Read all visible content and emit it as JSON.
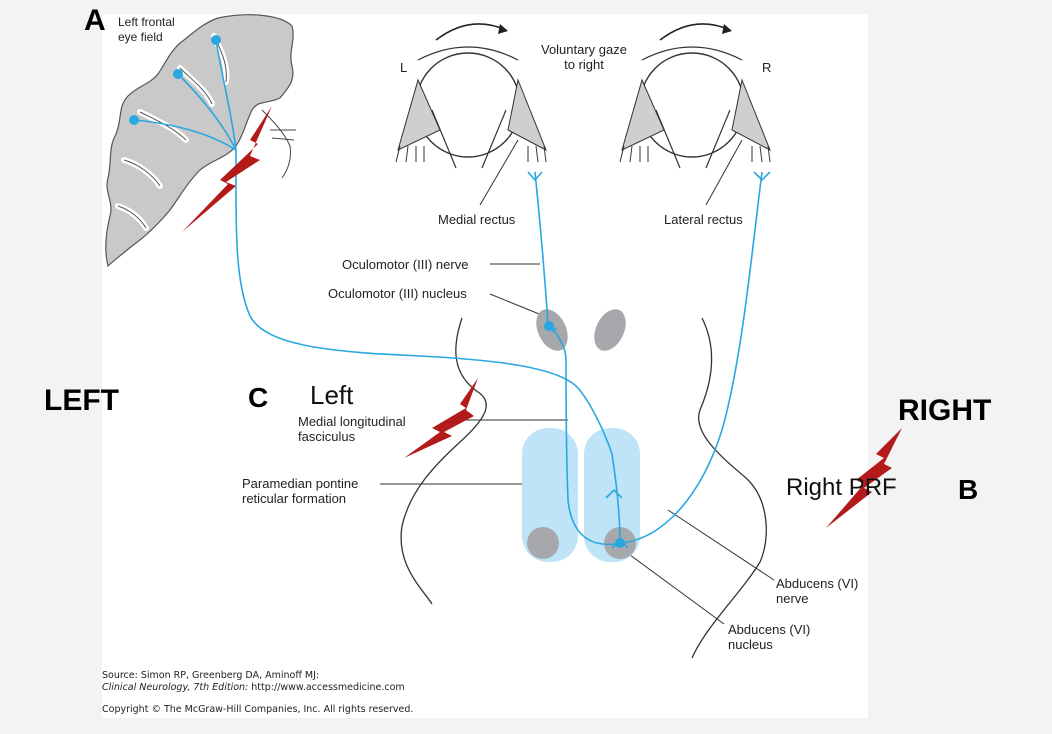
{
  "markers": {
    "a": "A",
    "b": "B",
    "c": "C"
  },
  "sides": {
    "left": "LEFT",
    "right": "RIGHT"
  },
  "overlay": {
    "left": "Left",
    "right_prf": "Right PRF"
  },
  "labels": {
    "frontal_eye_field_1": "Left frontal",
    "frontal_eye_field_2": "eye field",
    "gaze_1": "Voluntary gaze",
    "gaze_2": "to right",
    "eye_left": "L",
    "eye_right": "R",
    "medial_rectus": "Medial rectus",
    "lateral_rectus": "Lateral rectus",
    "oculomotor_nerve": "Oculomotor (III) nerve",
    "oculomotor_nucleus": "Oculomotor (III) nucleus",
    "mlf_1": "Medial longitudinal",
    "mlf_2": "fasciculus",
    "pprf_1": "Paramedian pontine",
    "pprf_2": "reticular formation",
    "abducens_nerve_1": "Abducens (VI)",
    "abducens_nerve_2": "nerve",
    "abducens_nucleus_1": "Abducens (VI)",
    "abducens_nucleus_2": "nucleus"
  },
  "source": {
    "line1": "Source: Simon RP, Greenberg DA, Aminoff MJ:",
    "line2_italic": "Clinical Neurology, 7th Edition:",
    "line2_url": " http://www.accessmedicine.com",
    "line3": "Copyright © The McGraw-Hill Companies, Inc. All rights reserved."
  },
  "colors": {
    "pathway": "#29a8e0",
    "pprf_fill": "#bfe3f7",
    "nucleus_gray": "#a6a8ab",
    "cortex_gray": "#c9c9c9",
    "lesion_red": "#b31b1b"
  }
}
